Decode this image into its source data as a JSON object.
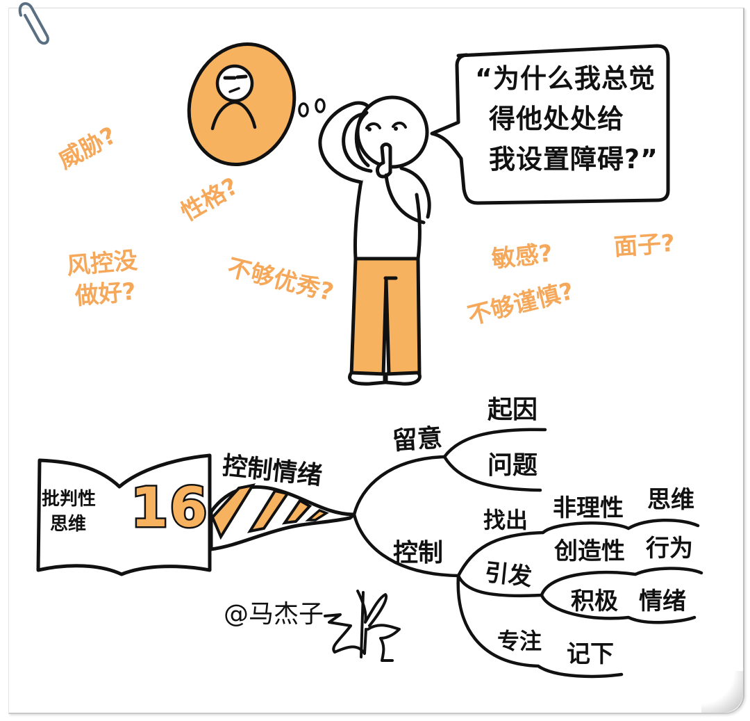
{
  "colors": {
    "accent_orange": "#f7b25f",
    "question_orange": "#f5a85a",
    "ink": "#111111",
    "paper": "#ffffff",
    "paperclip": "#5a6f82"
  },
  "decor": {
    "paperclip_icon": "paperclip-icon",
    "page_curl": "page-curl"
  },
  "speech_bubble": {
    "lines": [
      "“为什么我总觉",
      "得他处处给",
      "我设置障碍?”"
    ]
  },
  "thought_bubble": {
    "content": "grumpy-person-icon",
    "dots": [
      "o",
      "o"
    ]
  },
  "character": {
    "pose": "thinking-person-icon"
  },
  "questions": [
    {
      "text": "威胁?"
    },
    {
      "text": "性格?"
    },
    {
      "text": "风控没"
    },
    {
      "text": "做好?"
    },
    {
      "text": "不够优秀?"
    },
    {
      "text": "敏感?"
    },
    {
      "text": "面子?"
    },
    {
      "text": "不够谨慎?"
    }
  ],
  "book": {
    "title_line1": "批判性",
    "title_line2": "思维",
    "number": "16"
  },
  "mindmap": {
    "root": "控制情绪",
    "branches": [
      {
        "label": "留意",
        "children": [
          "起因",
          "问题"
        ]
      },
      {
        "label": "控制",
        "children": [
          {
            "label": "找出",
            "children": [
              {
                "label": "非理性",
                "children": [
                  "思维"
                ]
              }
            ]
          },
          {
            "label": "引发",
            "children": [
              {
                "label": "创造性",
                "children": [
                  "行为"
                ]
              },
              {
                "label": "积极",
                "children": [
                  "情绪"
                ]
              }
            ]
          },
          {
            "label": "专注",
            "children": [
              "记下"
            ]
          }
        ]
      }
    ]
  },
  "signature": {
    "text": "@马杰子",
    "flourish": "signature-flourish-icon"
  }
}
